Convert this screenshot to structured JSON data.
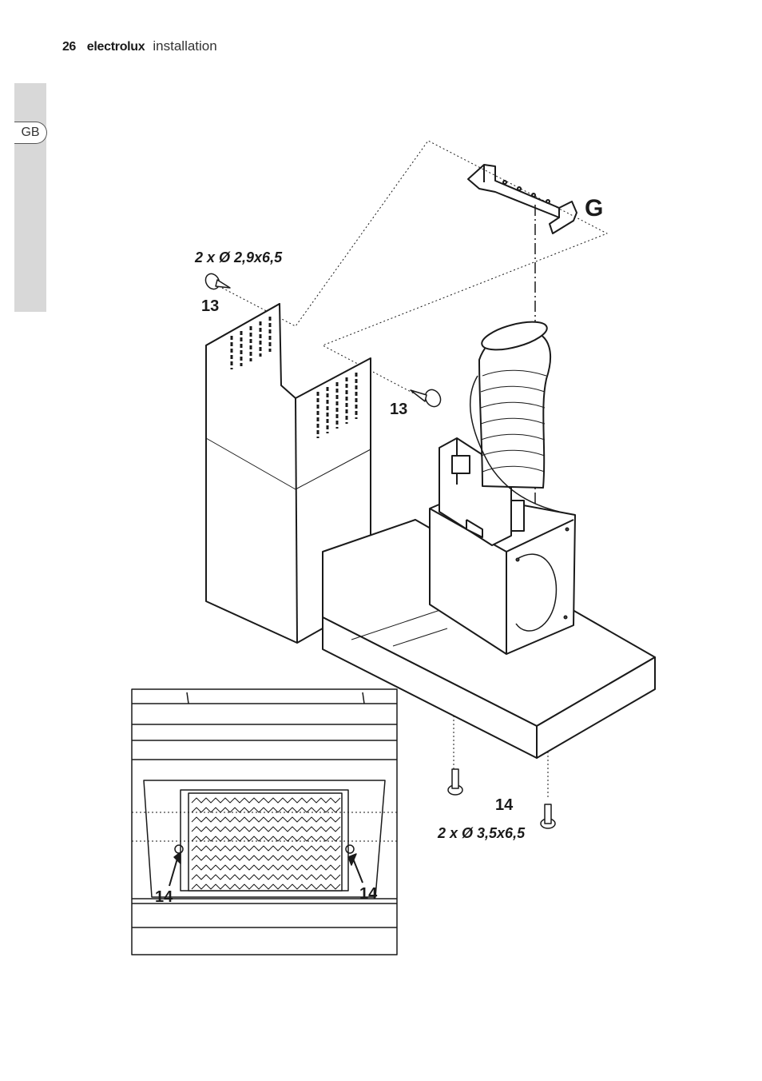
{
  "header": {
    "page_number": "26",
    "brand": "electrolux",
    "section": "installation"
  },
  "side_tab": {
    "language": "GB"
  },
  "figure": {
    "bracket_label": "G",
    "screw_spec_top": "2 x Ø 2,9x6,5",
    "screw_label_upper_left": "13",
    "screw_label_upper_right": "13",
    "screw_label_lower": "14",
    "screw_spec_bottom": "2 x Ø 3,5x6,5",
    "inset_label_left": "14",
    "inset_label_right": "14"
  }
}
